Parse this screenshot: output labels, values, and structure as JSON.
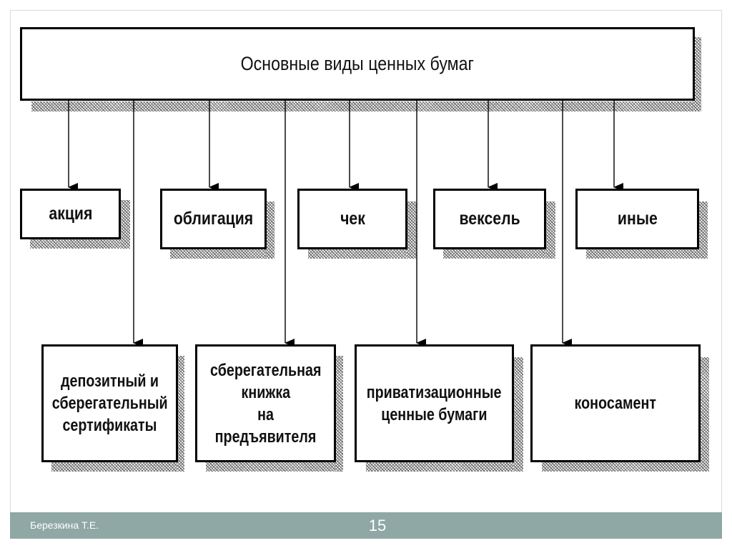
{
  "diagram": {
    "title": "Основные виды ценных бумаг",
    "row1": [
      "акция",
      "облигация",
      "чек",
      "вексель",
      "иные"
    ],
    "row2": [
      [
        "депозитный и",
        "сберегательный",
        "сертификаты"
      ],
      [
        "сберегательная",
        "книжка",
        "на предъявителя"
      ],
      [
        "приватизационные",
        "ценные бумаги"
      ],
      [
        "коносамент"
      ]
    ]
  },
  "footer": {
    "author": "Березкина Т.Е.",
    "page_number": "15"
  },
  "colors": {
    "footer_bar": "#8fa7a5",
    "box_border": "#000000",
    "frame_border": "#d7dcdc"
  }
}
